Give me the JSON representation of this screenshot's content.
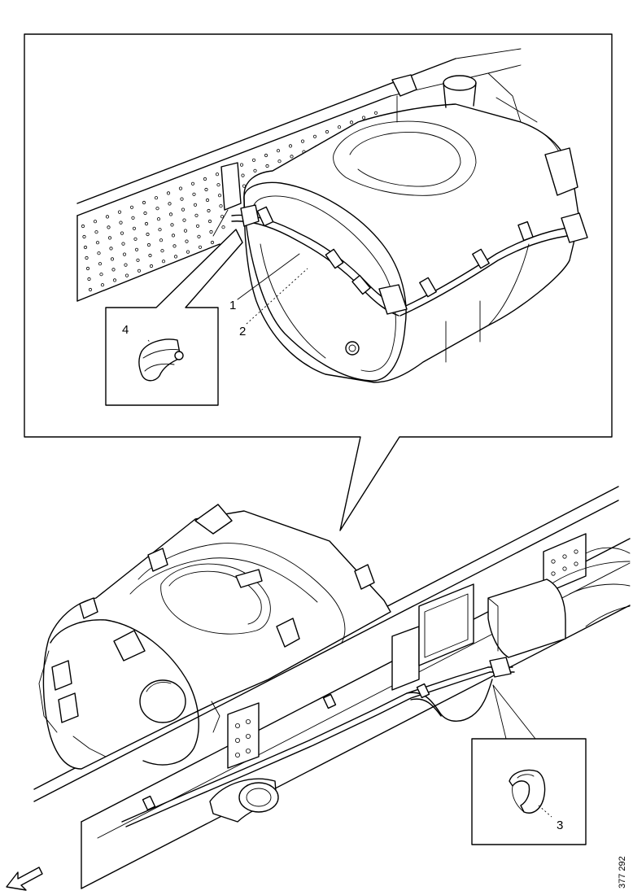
{
  "figure": {
    "reference_code": "377 292"
  },
  "callouts": [
    {
      "id": "1",
      "text": "1"
    },
    {
      "id": "2",
      "text": "2"
    },
    {
      "id": "3",
      "text": "3"
    },
    {
      "id": "4",
      "text": "4"
    }
  ],
  "icons": {
    "direction_arrow": "forward-direction-arrow-icon"
  }
}
